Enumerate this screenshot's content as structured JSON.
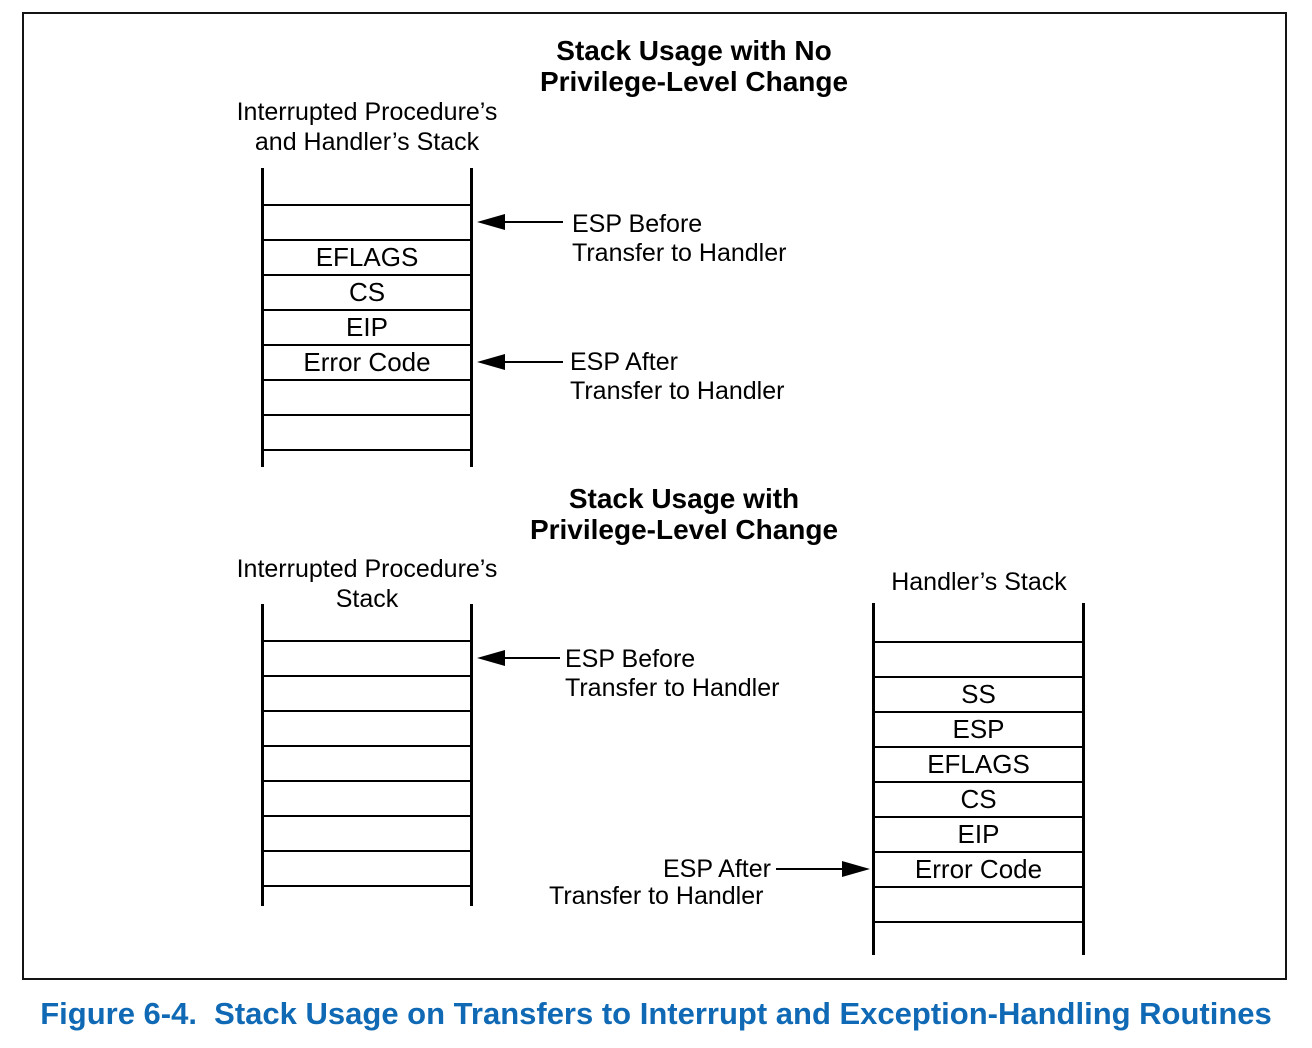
{
  "figure": {
    "caption": "Figure 6-4.  Stack Usage on Transfers to Interrupt and Exception-Handling Routines",
    "caption_color": "#1069b4"
  },
  "colors": {
    "line_black": "#000000",
    "caption_blue": "#1069b4"
  },
  "top_section": {
    "title": [
      "Stack Usage with No",
      "Privilege-Level Change"
    ],
    "stack_label": [
      "Interrupted Procedure’s",
      "and Handler’s Stack"
    ],
    "stack_rows": [
      "",
      "EFLAGS",
      "CS",
      "EIP",
      "Error Code",
      "",
      ""
    ],
    "esp_before": [
      "ESP Before",
      "Transfer to Handler"
    ],
    "esp_after": [
      "ESP After",
      "Transfer to Handler"
    ]
  },
  "bottom_section": {
    "title": [
      "Stack Usage with",
      "Privilege-Level Change"
    ],
    "left_stack_label": [
      "Interrupted Procedure’s",
      "Stack"
    ],
    "left_stack_rows": [
      "",
      "",
      "",
      "",
      "",
      "",
      ""
    ],
    "right_stack_label": "Handler’s Stack",
    "right_stack_rows": [
      "",
      "SS",
      "ESP",
      "EFLAGS",
      "CS",
      "EIP",
      "Error Code",
      ""
    ],
    "esp_before": [
      "ESP Before",
      "Transfer to Handler"
    ],
    "esp_after": [
      "ESP After",
      "Transfer to Handler"
    ]
  }
}
